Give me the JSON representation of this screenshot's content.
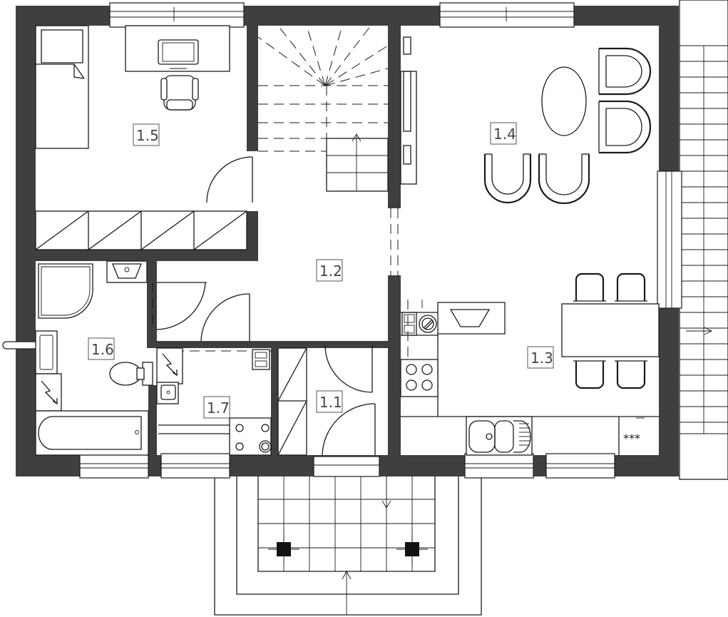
{
  "rooms": {
    "r1_1": "1.1",
    "r1_2": "1.2",
    "r1_3": "1.3",
    "r1_4": "1.4",
    "r1_5": "1.5",
    "r1_6": "1.6",
    "r1_7": "1.7"
  },
  "stove_symbol": "***",
  "colors": {
    "wall": "#3f3f3f",
    "line": "#1a1a1a",
    "label": "#444444"
  }
}
